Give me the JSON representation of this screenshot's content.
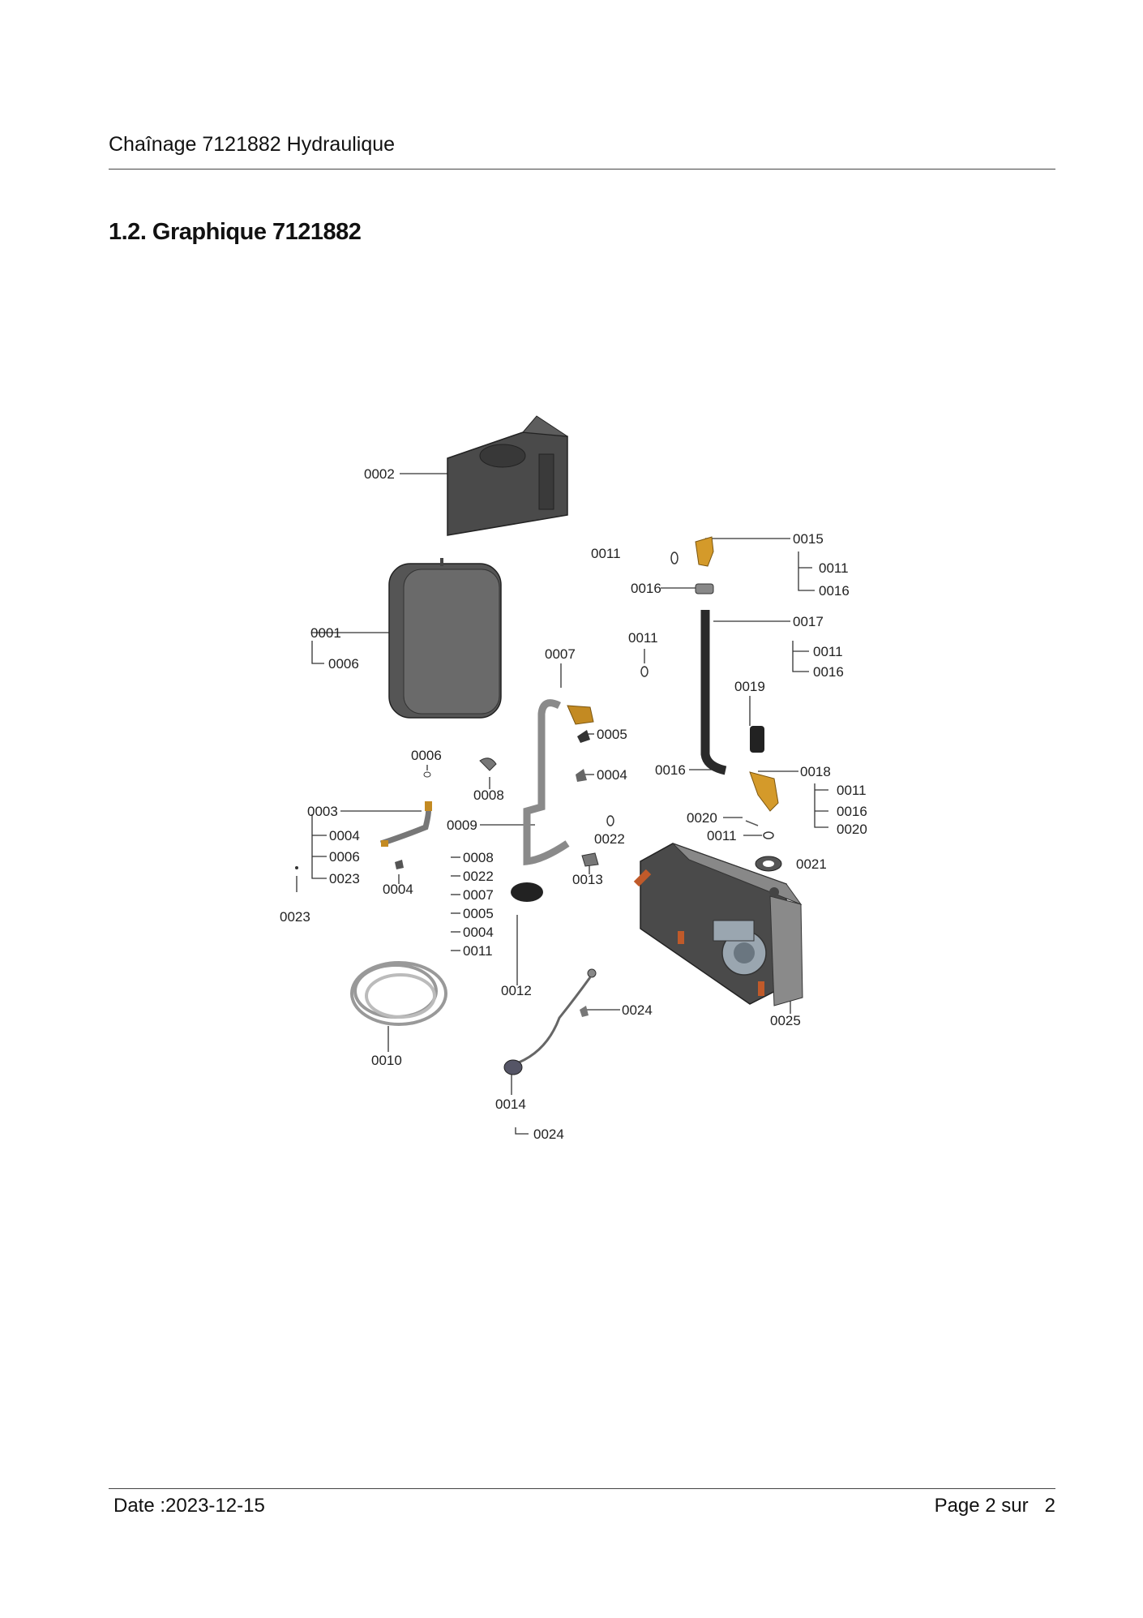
{
  "header": {
    "title": "Chaînage 7121882 Hydraulique"
  },
  "section": {
    "title": "1.2. Graphique 7121882"
  },
  "footer": {
    "date": "Date :2023-12-15",
    "page": "Page 2 sur   2"
  },
  "diagram": {
    "labels": {
      "l0002": "0002",
      "l0001": "0001",
      "l0001_0006": "0006",
      "l0011a": "0011",
      "l0015": "0015",
      "l0015_0011": "0011",
      "l0015_0016": "0016",
      "l0016a": "0016",
      "l0017": "0017",
      "l0017_0011": "0011",
      "l0017_0016": "0016",
      "l0011b": "0011",
      "l0007": "0007",
      "l0019": "0019",
      "l0005": "0005",
      "l0006b": "0006",
      "l0004a": "0004",
      "l0016b": "0016",
      "l0018": "0018",
      "l0018_0011": "0011",
      "l0018_0016": "0016",
      "l0018_0020": "0020",
      "l0008": "0008",
      "l0003": "0003",
      "l0003_0004": "0004",
      "l0003_0006": "0006",
      "l0003_0023": "0023",
      "l0009": "0009",
      "l0009_0008": "0008",
      "l0009_0022": "0022",
      "l0009_0007": "0007",
      "l0009_0005": "0005",
      "l0009_0004": "0004",
      "l0009_0011": "0011",
      "l0022": "0022",
      "l0020": "0020",
      "l0011c": "0011",
      "l0021": "0021",
      "l0004b": "0004",
      "l0013": "0013",
      "l0023": "0023",
      "l0012": "0012",
      "l0024a": "0024",
      "l0025": "0025",
      "l0010": "0010",
      "l0014": "0014",
      "l0014_0024": "0024"
    }
  }
}
